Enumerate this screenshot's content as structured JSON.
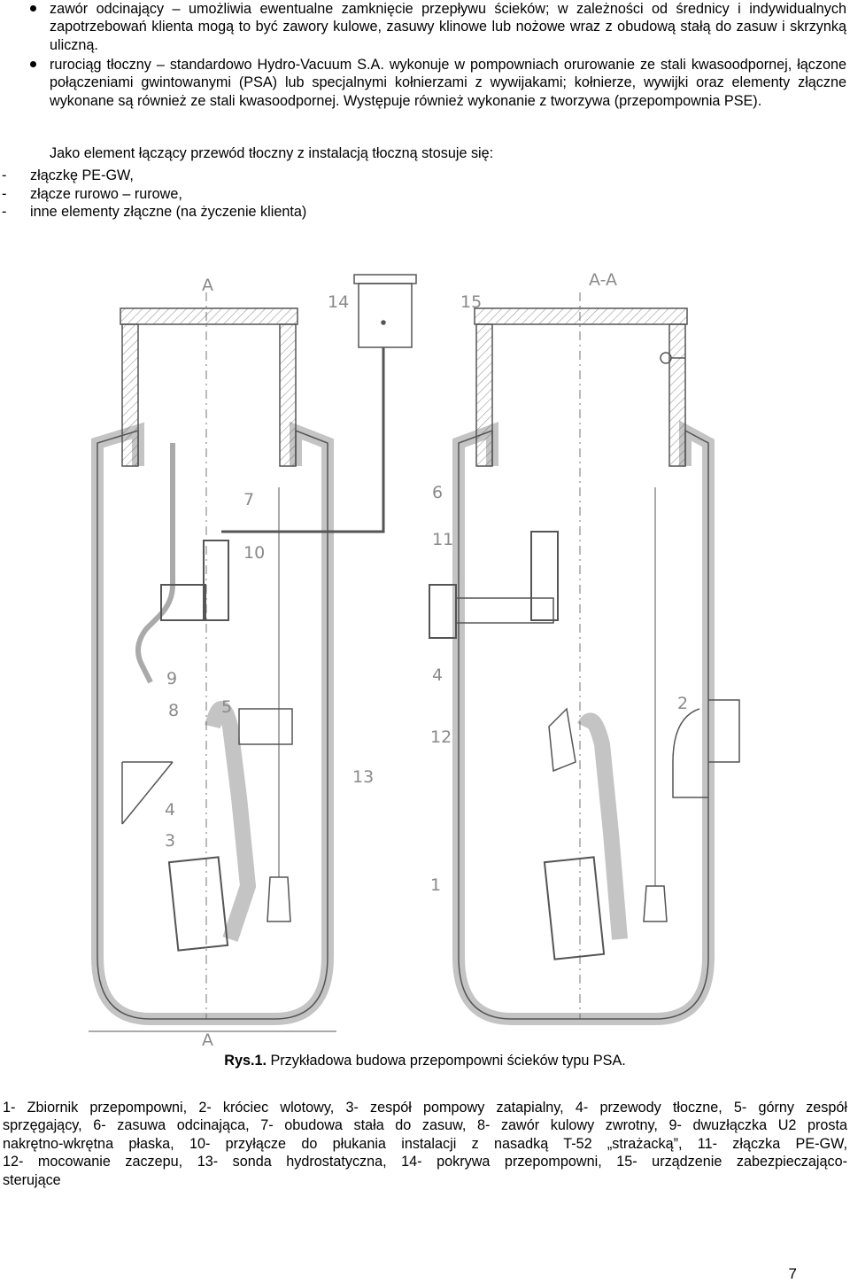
{
  "bullets": [
    "zawór odcinający – umożliwia ewentualne zamknięcie przepływu ścieków; w zależności od średnicy i indywidualnych zapotrzebowań klienta mogą to być zawory kulowe, zasuwy klinowe lub nożowe wraz z obudową stałą do zasuw i skrzynką uliczną.",
    "rurociąg tłoczny – standardowo Hydro-Vacuum S.A. wykonuje w pompowniach orurowanie ze stali kwasoodpornej, łączone połączeniami gwintowanymi (PSA) lub specjalnymi kołnierzami z wywijakami; kołnierze, wywijki oraz elementy złączne wykonane są również ze stali kwasoodpornej. Występuje również wykonanie z tworzywa (przepompownia PSE)."
  ],
  "intro": "Jako element łączący przewód tłoczny z instalacją tłoczną stosuje się:",
  "dash_items": [
    "złączkę PE-GW,",
    "złącze rurowo – rurowe,",
    "inne elementy złączne (na życzenie klienta)"
  ],
  "dash_symbol": "-",
  "drawing": {
    "section_marks": [
      "A",
      "A",
      "A-A"
    ],
    "labels": [
      "14",
      "15",
      "7",
      "10",
      "9",
      "8",
      "5",
      "13",
      "4",
      "3",
      "6",
      "11",
      "4",
      "12",
      "2",
      "1"
    ]
  },
  "caption": {
    "bold": "Rys.1.",
    "text": " Przykładowa budowa przepompowni ścieków typu PSA."
  },
  "legend_lines": [
    "1- Zbiornik przepompowni, 2- króciec wlotowy, 3- zespół pompowy zatapialny, 4- przewody tłoczne, 5- górny zespół",
    "sprzęgający, 6- zasuwa odcinająca, 7- obudowa stała do zasuw, 8- zawór kulowy zwrotny, 9- dwuzłączka U2 prosta",
    "nakrętno-wkrętna płaska, 10- przyłącze do płukania instalacji z nasadką T-52 „strażacką”, 11- złączka PE-GW,",
    "12- mocowanie zaczepu, 13- sonda hydrostatyczna, 14- pokrywa przepompowni, 15- urządzenie zabezpieczająco-",
    "sterujące"
  ],
  "page_number": "7",
  "colors": {
    "drawing_line": "#555555",
    "label": "#8a8a8a",
    "hatch": "#9a9a9a"
  }
}
